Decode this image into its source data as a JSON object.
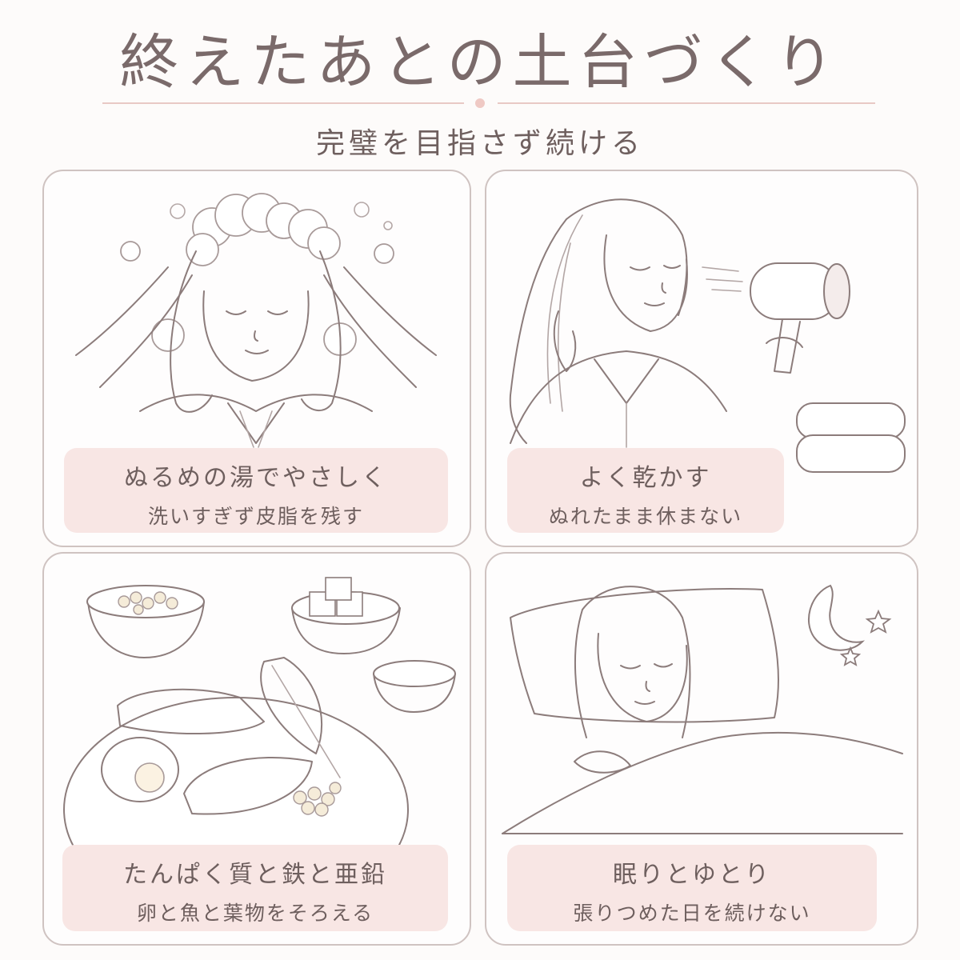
{
  "header": {
    "title": "終えたあとの土台づくり",
    "subtitle": "完璧を目指さず続ける"
  },
  "cards": [
    {
      "main": "ぬるめの湯でやさしく",
      "sub": "洗いすぎず皮脂を残す"
    },
    {
      "main": "よく乾かす",
      "sub": "ぬれたまま休まない"
    },
    {
      "main": "たんぱく質と鉄と亜鉛",
      "sub": "卵と魚と葉物をそろえる"
    },
    {
      "main": "眠りとゆとり",
      "sub": "張りつめた日を続けない"
    }
  ],
  "colors": {
    "background": "#fdfbfa",
    "caption_bg": "#f8e6e4",
    "accent": "#efc9c4",
    "text": "#6e5f5e"
  }
}
